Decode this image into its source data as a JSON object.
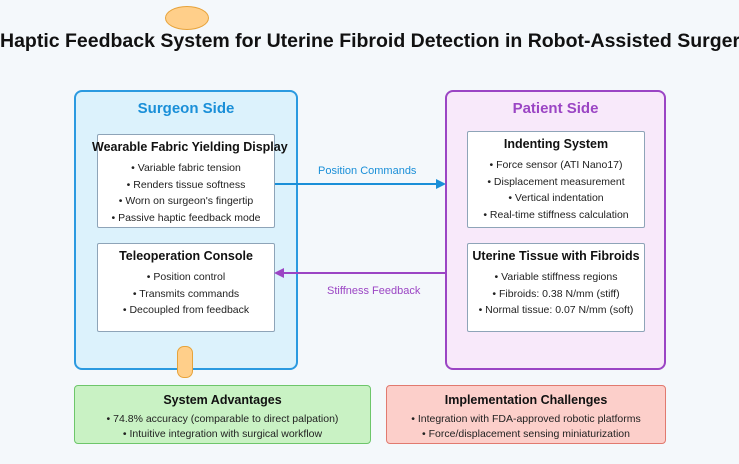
{
  "title": "Haptic Feedback System for Uterine Fibroid Detection in Robot-Assisted Surgery",
  "surgeon_side": {
    "title": "Surgeon Side",
    "cards": [
      {
        "title": "Wearable Fabric Yielding Display",
        "items": [
          "• Variable fabric tension",
          "• Renders tissue softness",
          "• Worn on surgeon's fingertip",
          "• Passive haptic feedback mode"
        ]
      },
      {
        "title": "Teleoperation Console",
        "items": [
          "• Position control",
          "• Transmits commands",
          "• Decoupled from feedback"
        ]
      }
    ]
  },
  "patient_side": {
    "title": "Patient Side",
    "cards": [
      {
        "title": "Indenting System",
        "items": [
          "• Force sensor (ATI Nano17)",
          "• Displacement measurement",
          "• Vertical indentation",
          "• Real-time stiffness calculation"
        ]
      },
      {
        "title": "Uterine Tissue with Fibroids",
        "items": [
          "• Variable stiffness regions",
          "• Fibroids: 0.38 N/mm (stiff)",
          "• Normal tissue: 0.07 N/mm (soft)"
        ]
      }
    ]
  },
  "connections": {
    "position_label": "Position Commands",
    "stiffness_label": "Stiffness Feedback"
  },
  "advantages": {
    "title": "System Advantages",
    "items": [
      "• 74.8% accuracy (comparable to direct palpation)",
      "• Intuitive integration with surgical workflow"
    ]
  },
  "challenges": {
    "title": "Implementation Challenges",
    "items": [
      "• Integration with FDA-approved robotic platforms",
      "• Force/displacement sensing miniaturization"
    ]
  },
  "colors": {
    "surgeon_accent": "#2b9ae0",
    "patient_accent": "#9b45c4",
    "advantages_fill": "#c9f2c4",
    "challenges_fill": "#fccfca",
    "decor_fill": "#ffcf8a"
  }
}
